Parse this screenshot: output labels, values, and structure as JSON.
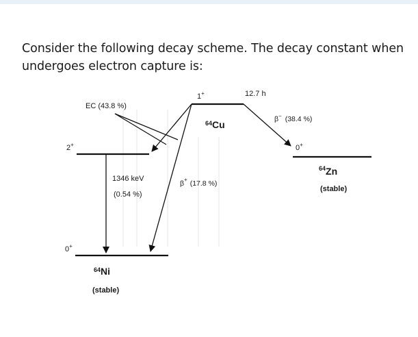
{
  "question": {
    "line1": "Consider the following decay scheme. The decay constant when",
    "line2": "undergoes electron capture is:"
  },
  "scheme": {
    "cu": {
      "mass": "64",
      "symbol": "Cu",
      "spin": "1",
      "parity": "+",
      "halflife": "12.7 h"
    },
    "ni": {
      "mass": "64",
      "symbol": "Ni",
      "status": "(stable)",
      "excited_spin": "2",
      "excited_parity": "+",
      "ground_spin": "0",
      "ground_parity": "+"
    },
    "zn": {
      "mass": "64",
      "symbol": "Zn",
      "status": "(stable)",
      "spin": "0",
      "parity": "+"
    },
    "ec_label": "EC (43.8 %)",
    "beta_plus": {
      "symbol": "β",
      "sign": "+",
      "value": "(17.8 %)"
    },
    "beta_minus": {
      "symbol": "β",
      "sign": "−",
      "value": "(38.4 %)"
    },
    "gamma": {
      "energy": "1346 keV",
      "fraction": "(0.54 %)"
    }
  }
}
